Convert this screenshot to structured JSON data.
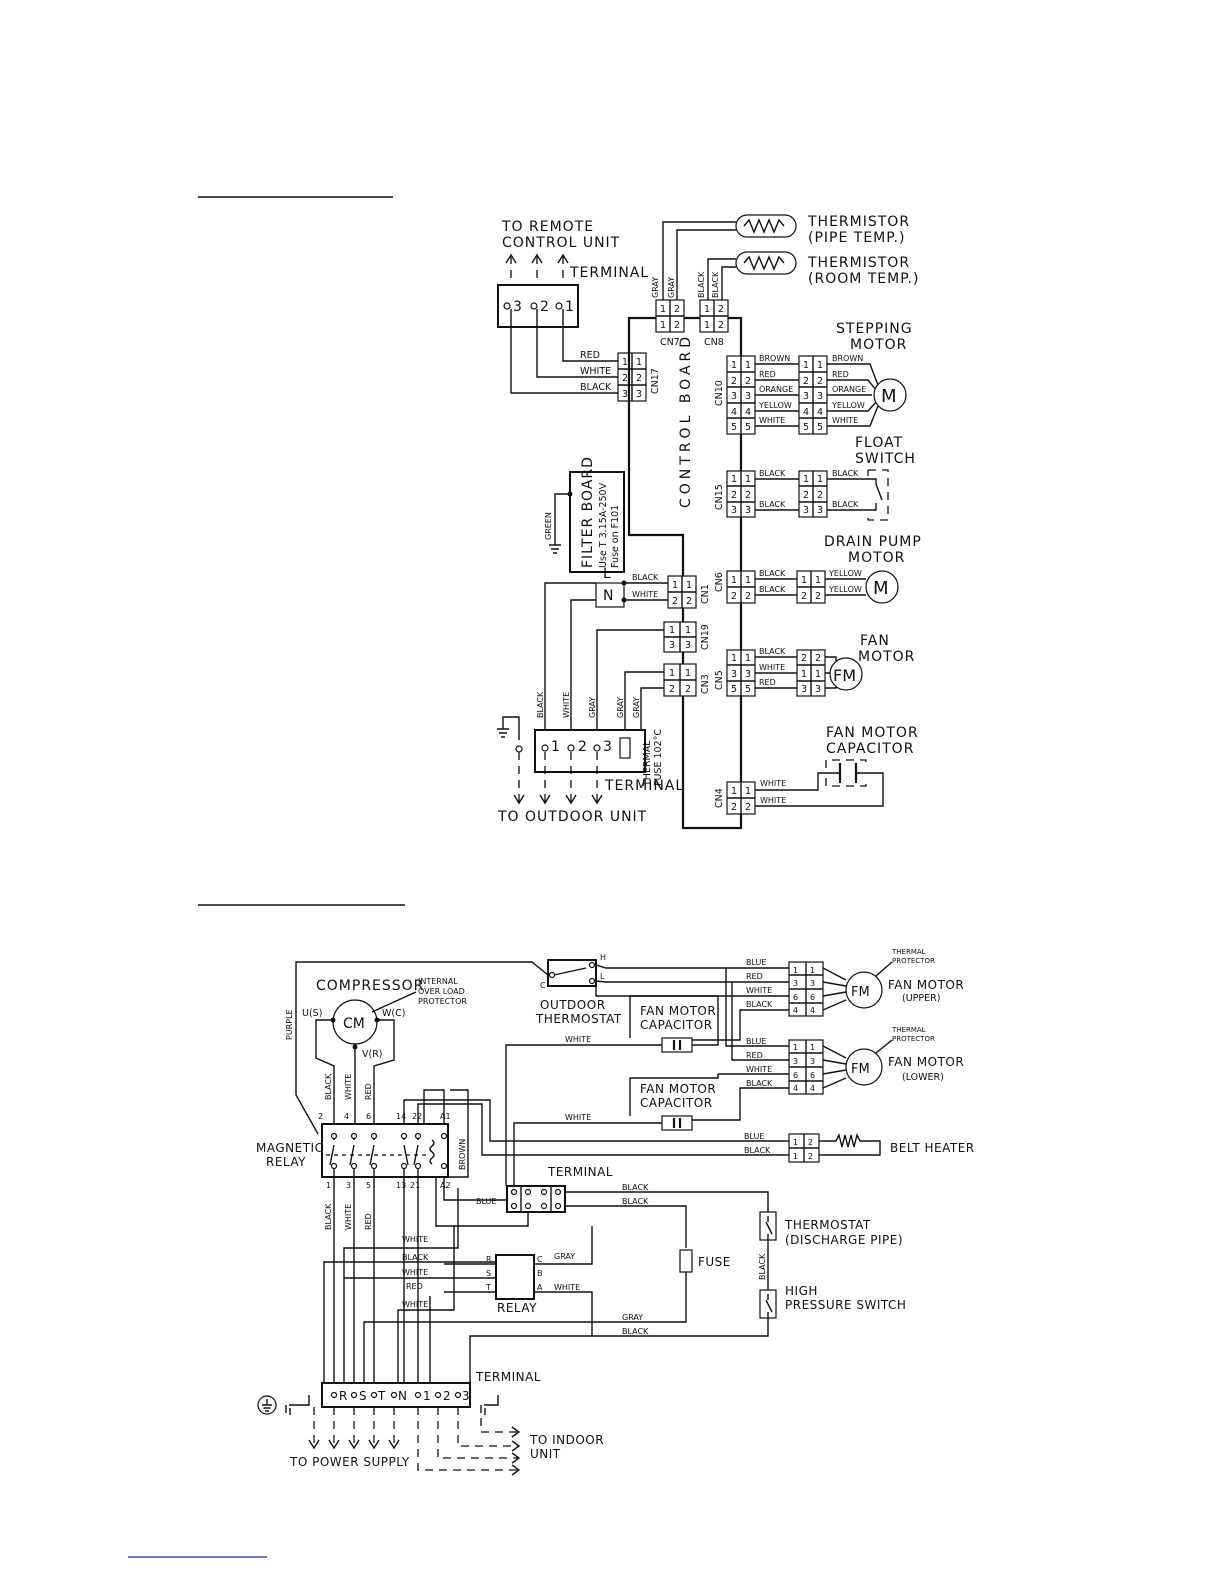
{
  "indoor": {
    "remote": [
      "TO REMOTE",
      "CONTROL UNIT"
    ],
    "terminal_top": "TERMINAL",
    "term_nums": [
      "3",
      "2",
      "1"
    ],
    "thermistor_pipe": [
      "THERMISTOR",
      "(PIPE TEMP.)"
    ],
    "thermistor_room": [
      "THERMISTOR",
      "(ROOM TEMP.)"
    ],
    "cn7_wires": [
      "GRAY",
      "GRAY"
    ],
    "cn8_wires": [
      "BLACK",
      "BLACK"
    ],
    "control_board": "CONTROL BOARD",
    "stepping_motor": [
      "STEPPING",
      "MOTOR"
    ],
    "float_switch": [
      "FLOAT",
      "SWITCH"
    ],
    "drain_pump": [
      "DRAIN PUMP",
      "MOTOR"
    ],
    "fan_motor": [
      "FAN",
      "MOTOR"
    ],
    "fan_motor_capacitor": [
      "FAN MOTOR",
      "CAPACITOR"
    ],
    "filter_board": [
      "FILTER BOARD",
      "Use T 3.15A-250V",
      "Fuse on F101"
    ],
    "green": "GREEN",
    "connectors": {
      "cn7": "CN7",
      "cn8": "CN8",
      "cn17": "CN17",
      "cn10": "CN10",
      "cn15": "CN15",
      "cn1": "CN1",
      "cn6": "CN6",
      "cn19": "CN19",
      "cn3": "CN3",
      "cn5": "CN5",
      "cn4": "CN4"
    },
    "cn17_wires": [
      "RED",
      "WHITE",
      "BLACK"
    ],
    "cn10_wires": [
      "BROWN",
      "RED",
      "ORANGE",
      "YELLOW",
      "WHITE"
    ],
    "cn15_wires": [
      "BLACK",
      "BLACK"
    ],
    "cn1_wires": [
      "BLACK",
      "WHITE"
    ],
    "cn6_wires": [
      "BLACK",
      "BLACK"
    ],
    "cn6_motor_wires": [
      "YELLOW",
      "YELLOW"
    ],
    "cn5_wires": [
      "BLACK",
      "WHITE",
      "RED"
    ],
    "cn4_wires": [
      "WHITE",
      "WHITE"
    ],
    "term_bottom_wires": [
      "BLACK",
      "WHITE",
      "GRAY",
      "GRAY"
    ],
    "thermal_fuse": [
      "THERMAL",
      "FUSE 102°C"
    ],
    "terminal_bottom": "TERMINAL",
    "outdoor": "TO OUTDOOR UNIT",
    "L": "L",
    "N": "N",
    "M": "M",
    "FM": "FM"
  },
  "outdoor": {
    "compressor": "COMPRESSOR",
    "cm": "CM",
    "overload": [
      "INTERNAL",
      "OVER LOAD",
      "PROTECTOR"
    ],
    "us": "U(S)",
    "wc": "W(C)",
    "vr": "V(R)",
    "purple": "PURPLE",
    "comp_wires": [
      "BLACK",
      "WHITE",
      "RED"
    ],
    "outdoor_thermostat": [
      "OUTDOOR",
      "THERMOSTAT"
    ],
    "fan_motor_capacitor": [
      "FAN MOTOR",
      "CAPACITOR"
    ],
    "thermal_protector": [
      "THERMAL",
      "PROTECTOR"
    ],
    "fan_motor_upper": [
      "FAN MOTOR",
      "(UPPER)"
    ],
    "fan_motor_lower": [
      "FAN MOTOR",
      "(LOWER)"
    ],
    "fan_wires": [
      "BLUE",
      "RED",
      "WHITE",
      "BLACK"
    ],
    "magnetic_relay": [
      "MAGNETIC",
      "RELAY"
    ],
    "relay_top_pins": [
      "2",
      "4",
      "6",
      "14",
      "22",
      "A1"
    ],
    "relay_bottom_pins": [
      "1",
      "3",
      "5",
      "13",
      "21",
      "A2"
    ],
    "brown": "BROWN",
    "belt_heater": "BELT HEATER",
    "belt_wires": [
      "BLUE",
      "BLACK"
    ],
    "terminal": "TERMINAL",
    "blue": "BLUE",
    "relay": "RELAY",
    "relay_wires": [
      "WHITE",
      "BLACK",
      "WHITE",
      "RED",
      "WHITE"
    ],
    "relay_pins_left": [
      "R",
      "S",
      "T"
    ],
    "relay_pins_right": [
      "C",
      "B",
      "A"
    ],
    "gray": "GRAY",
    "fuse": "FUSE",
    "thermostat_dp": [
      "THERMOSTAT",
      "(DISCHARGE PIPE)"
    ],
    "hps": [
      "HIGH",
      "PRESSURE SWITCH"
    ],
    "black": "BLACK",
    "white": "WHITE",
    "red": "RED",
    "to_power": "TO POWER SUPPLY",
    "to_indoor": [
      "TO INDOOR",
      "UNIT"
    ],
    "term_labels": [
      "R",
      "S",
      "T",
      "N",
      "1",
      "2",
      "3"
    ],
    "cap_white": "WHITE",
    "fm": "FM",
    "fan_pin_nums": [
      "4",
      "6",
      "3",
      "1"
    ]
  }
}
